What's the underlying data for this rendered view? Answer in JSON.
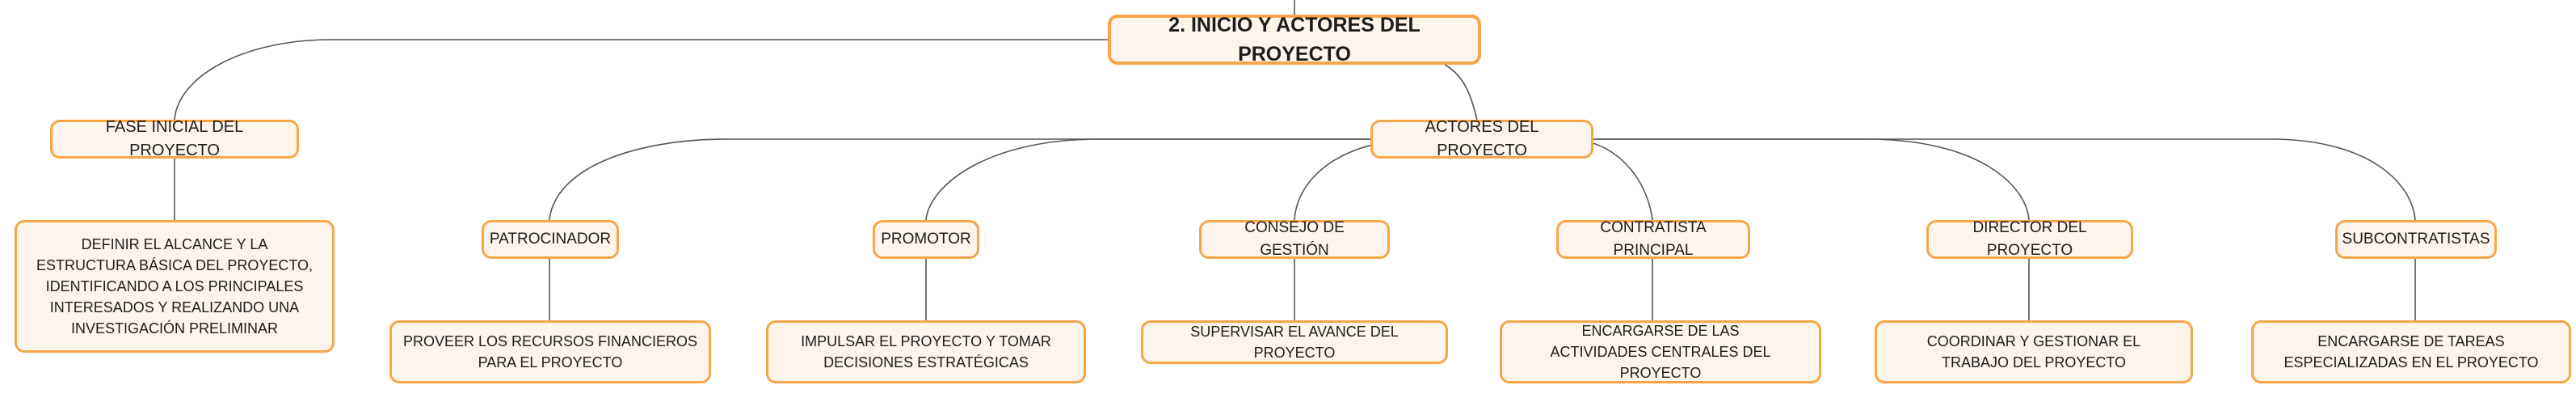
{
  "root": {
    "label": "2. INICIO Y ACTORES DEL PROYECTO"
  },
  "fase_inicial": {
    "label": "FASE INICIAL DEL PROYECTO",
    "description": "DEFINIR EL ALCANCE Y LA ESTRUCTURA BÁSICA DEL PROYECTO, IDENTIFICANDO A LOS PRINCIPALES INTERESADOS Y REALIZANDO UNA INVESTIGACIÓN PRELIMINAR"
  },
  "actores": {
    "label": "ACTORES DEL PROYECTO",
    "items": [
      {
        "label": "PATROCINADOR",
        "description": "PROVEER LOS RECURSOS FINANCIEROS PARA EL PROYECTO"
      },
      {
        "label": "PROMOTOR",
        "description": "IMPULSAR EL PROYECTO Y TOMAR DECISIONES ESTRATÉGICAS"
      },
      {
        "label": "CONSEJO DE GESTIÓN",
        "description": "SUPERVISAR EL AVANCE DEL PROYECTO"
      },
      {
        "label": "CONTRATISTA PRINCIPAL",
        "description": "ENCARGARSE DE LAS ACTIVIDADES CENTRALES DEL PROYECTO"
      },
      {
        "label": "DIRECTOR DEL PROYECTO",
        "description": "COORDINAR Y GESTIONAR EL TRABAJO DEL PROYECTO"
      },
      {
        "label": "SUBCONTRATISTAS",
        "description": "ENCARGARSE DE TAREAS ESPECIALIZADAS EN EL PROYECTO"
      }
    ]
  },
  "colors": {
    "node_border": "#f6a649",
    "node_fill": "#fdf4ec",
    "connector": "#555555"
  }
}
